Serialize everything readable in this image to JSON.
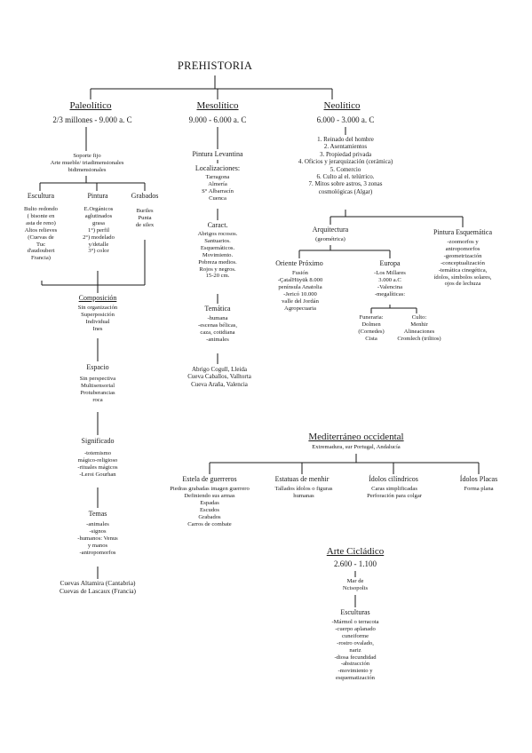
{
  "title": "PREHISTORIA",
  "paleolitico": {
    "title": "Paleolítico",
    "dates": "2/3 millones - 9.000 a. C",
    "soporte": [
      "Soporte fijo",
      "Arte mueble/ triadimensionales",
      "bidimensionales"
    ],
    "escultura": {
      "title": "Escultura",
      "lines": [
        "Bulto redondo",
        "( bisonte en",
        "asta de reno)",
        "Altos relieves",
        "(Cuevas de",
        "Tuc",
        "d'audoubert",
        "Francia)"
      ]
    },
    "pintura": {
      "title": "Pintura",
      "lines": [
        "E.Orgánicos",
        "aglutinados",
        "grasa",
        "1°) perfil",
        "2°) modelado",
        "y/detalle",
        "3°) color"
      ]
    },
    "grabados": {
      "title": "Grabados",
      "lines": [
        "Buriles",
        "Punta",
        "de silex"
      ]
    },
    "composicion": {
      "title": "Composición",
      "lines": [
        "Sin organización",
        "Superposición",
        "Individual",
        "Ines"
      ]
    },
    "espacio": {
      "title": "Espacio",
      "lines": [
        "Sin perspectiva",
        "Multisensorial",
        "Protuberancias",
        "roca"
      ]
    },
    "significado": {
      "title": "Significado",
      "lines": [
        "-totemismo",
        "mágico-religioso",
        "-rituales mágicos",
        "-Leroi Gourhan"
      ]
    },
    "temas": {
      "title": "Temas",
      "lines": [
        "-animales",
        "-signos",
        "-humanos: Venus",
        "y manos",
        "-antropomorfos"
      ]
    },
    "cuevas": [
      "Cuevas Altamira (Cantabria)",
      "Cuevas de Lascaux (Francia)"
    ]
  },
  "mesolitico": {
    "title": "Mesolítico",
    "dates": "9.000 - 6.000 a. C",
    "pintura_title": "Pintura Levantina",
    "localizaciones": {
      "title": "Localizaciones:",
      "lines": [
        "Tarragona",
        "Almería",
        "S° Albarracín",
        "Cuenca"
      ]
    },
    "caract": {
      "title": "Caract.",
      "lines": [
        "Abrigos rocosos.",
        "Santuarios.",
        "Esquemáticos.",
        "Movimiento.",
        "Pobreza medios.",
        "Rojos y negros.",
        "15-20 cm."
      ]
    },
    "tematica": {
      "title": "Temática",
      "lines": [
        "-humana",
        "-escenas bélicas,",
        "caza, cotidiana",
        "-animales"
      ]
    },
    "lugares": [
      "Abrigo Cogull, Lleida",
      "Cueva Caballos, Valltorta",
      "Cueva Araña, Valencia"
    ]
  },
  "neolitico": {
    "title": "Neolítico",
    "dates": "6.000 - 3.000 a. C",
    "items": [
      "1.  Reinado del hombre",
      "2.  Asentamientos",
      "3.  Propiedad privada",
      "4.  Oficios y jerarquización (cerámica)",
      "5.  Comercio",
      "6.  Culto al el. telúrrico.",
      "7.  Mitos sobre astros, 3 zonas",
      "cosmológicas (Algar)"
    ],
    "arquitectura": {
      "title": "Arquitectura",
      "sub": "(geométrica)"
    },
    "pintura_esq": {
      "title": "Pintura Esquemática",
      "lines": [
        "-zoomorfos y",
        "antropomorfos",
        "-geometrización",
        "-conceptualización",
        "-temática cinegética,",
        "ídolos, símbolos solares,",
        "ojos de lechuza"
      ]
    },
    "oriente": {
      "title": "Oriente Próximo",
      "lines": [
        "Fusión",
        "-ÇatalHüyük 8.000",
        "península Anatolia",
        "-Jericó 10.000",
        "valle del Jordán",
        "Agropecuaria"
      ]
    },
    "europa": {
      "title": "Europa",
      "lines": [
        "-Los Millares",
        "3.000 a.C",
        "-Valencina",
        "-megalíticas:"
      ]
    },
    "funeraria": {
      "title": "Funeraria:",
      "lines": [
        "Dolmen",
        "(Cornedes)",
        "Cista"
      ]
    },
    "culto": {
      "title": "Culto:",
      "lines": [
        "Menhir",
        "Alineaciones",
        "Cromlech (trilitos)"
      ]
    }
  },
  "mediterraneo": {
    "title": "Mediterráneo occidental",
    "sub": "Extremadura, sur Portugal, Andalucía",
    "estela": {
      "title": "Estela de guerreros",
      "lines": [
        "Piedras grabadas imagen guerrero",
        "Definiendo sus armas",
        "Espadas",
        "Escudos",
        "Grabados",
        "Carros de combate"
      ]
    },
    "estatuas": {
      "title": "Estatuas de menhir",
      "lines": [
        "Tallados ídolos o figuras",
        "humanas"
      ]
    },
    "idolos_cil": {
      "title": "Ídolos cilíndricos",
      "lines": [
        "Caras simplificadas",
        "Perforación para colgar"
      ]
    },
    "idolos_placas": {
      "title": "Ídolos Placas",
      "lines": [
        "Forma plana"
      ]
    }
  },
  "ciclades": {
    "title": "Arte Cicládico",
    "dates": "2.600 - 1.100",
    "mar": [
      "Mar de",
      "Ncisopolis"
    ],
    "esculturas": {
      "title": "Esculturas",
      "lines": [
        "-Mármol o terracota",
        "-cuerpo aplanado",
        "cuneiforme",
        "-rostro ovalado,",
        "nariz",
        "-diosa fecundidad",
        "-abstracción",
        "-movimiento y",
        "esquematización"
      ]
    }
  },
  "colors": {
    "ink": "#1a1a1a",
    "background": "#ffffff"
  }
}
